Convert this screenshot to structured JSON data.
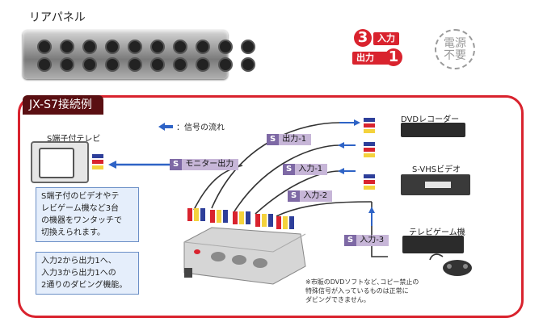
{
  "header": {
    "rear_panel_title": "リアパネル",
    "io_inputs_number": "3",
    "io_inputs_label": "入力",
    "io_outputs_number": "1",
    "io_outputs_label": "出力",
    "no_power_line1": "電源",
    "no_power_line2": "不要"
  },
  "diagram": {
    "title": "JX-S7接続例",
    "legend": "：信号の流れ",
    "tv_label": "S端子付テレビ",
    "monitor_output": "モニター出力",
    "output1": "出力-1",
    "input1": "入力-1",
    "input2": "入力-2",
    "input3": "入力-3",
    "s_mark": "S",
    "dvd_label": "DVDレコーダー",
    "svhs_label": "S-VHSビデオ",
    "game_label": "テレビゲーム機",
    "note1_lines": [
      "S端子付のビデオやテ",
      "レビゲーム機など3台",
      "の機器をワンタッチで",
      "切換えられます。"
    ],
    "note2_lines": [
      "入力2から出力1へ、",
      "入力3から出力1への",
      "2通りのダビング機能。"
    ],
    "disclaimer_lines": [
      "※市販のDVDソフトなど､コピー禁止の",
      "特殊信号が入っているものは正常に",
      "ダビングできません。"
    ]
  },
  "colors": {
    "accent_red": "#d9232e",
    "title_dark": "#5a0f12",
    "label_purple": "#c7b6d8",
    "s_purple": "#7e69a5",
    "note_bg": "#e5eefb",
    "arrow_blue": "#2e63c6"
  }
}
